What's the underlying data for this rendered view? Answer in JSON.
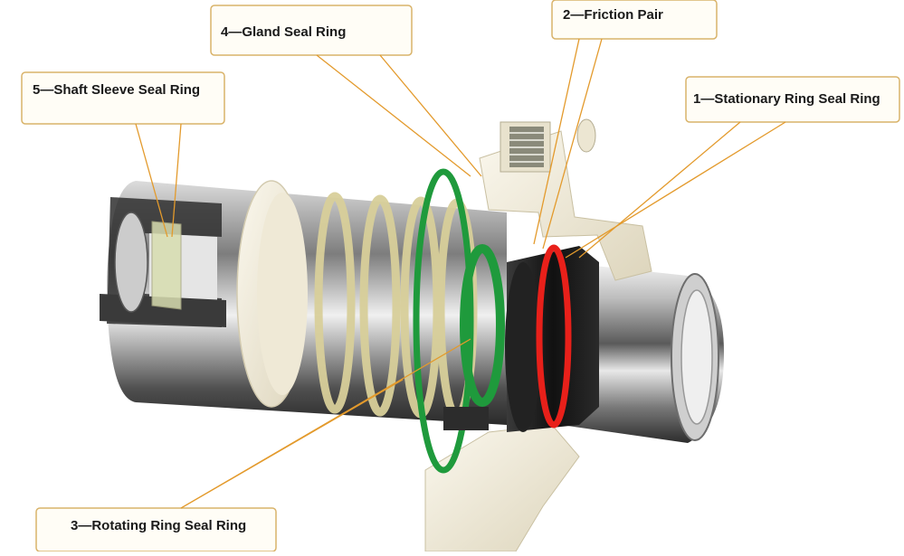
{
  "labels": {
    "stationary_ring_seal_ring": "1—Stationary Ring Seal Ring",
    "friction_pair": "2—Friction Pair",
    "rotating_ring_seal_ring": "3—Rotating Ring Seal Ring",
    "gland_seal_ring": "4—Gland Seal Ring",
    "shaft_sleeve_seal_ring": "5—Shaft Sleeve Seal Ring"
  },
  "colors": {
    "leader_line": "#e39a2c",
    "callout_border": "#d9b36a",
    "stationary_seal_ring": "#e8201a",
    "gland_seal_ring": "#1f9a3c",
    "rotating_seal_ring_spring": "#d8cf9a",
    "gland_body": "#f2ecd9",
    "metal_shaft": "#9a9a9a",
    "stationary_ring": "#1c1c1c"
  }
}
